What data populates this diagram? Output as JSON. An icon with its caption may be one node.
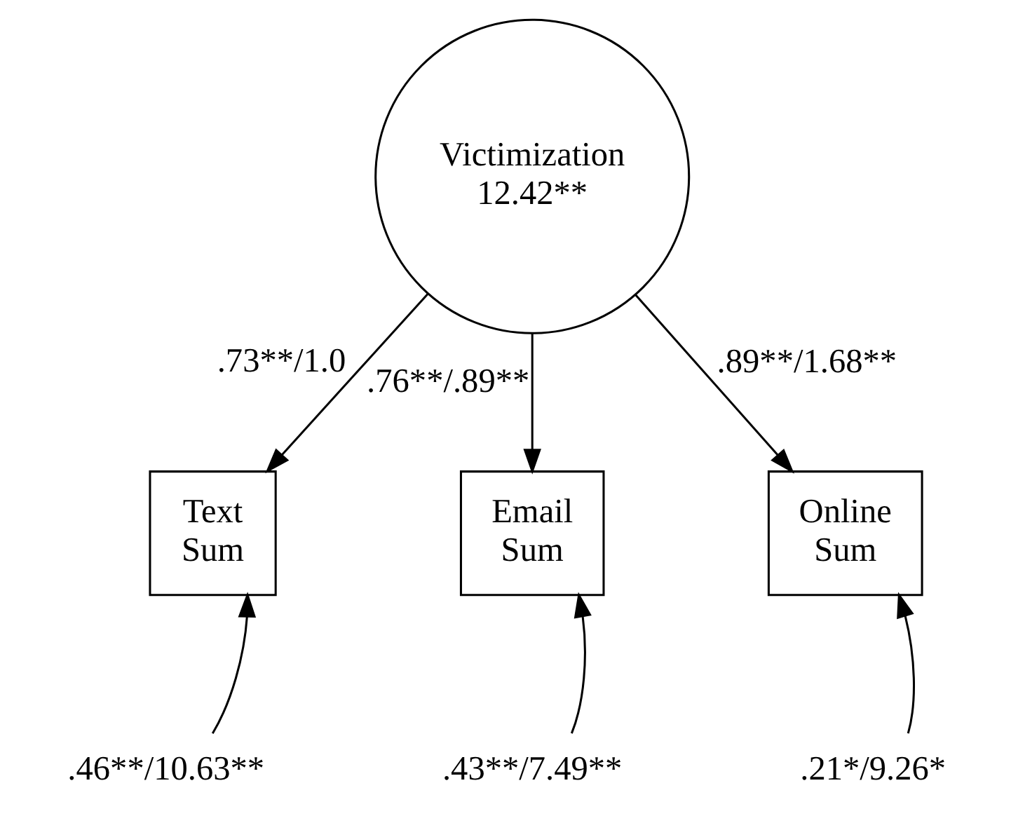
{
  "diagram": {
    "nodes": [
      {
        "text": [
          "Victimization",
          "12.42**"
        ]
      },
      {
        "text": [
          "Text Sum"
        ]
      },
      {
        "text": [
          "Email Sum"
        ]
      },
      {
        "text": [
          "Online Sum"
        ]
      },
      {
        "text": [
          ".46**/10.63**"
        ]
      },
      {
        "text": [
          ".43**/7.49**"
        ]
      },
      {
        "text": [
          ".21*/9.26*"
        ]
      }
    ],
    "edges": [
      {
        "from": 0,
        "to": 1,
        "arrow": "to",
        "label": ".73**/1.0"
      },
      {
        "from": 0,
        "to": 2,
        "arrow": "to",
        "label": ".76**/.89**"
      },
      {
        "from": 0,
        "to": 3,
        "arrow": "to",
        "label": ".89**/1.68**"
      },
      {
        "from": 4,
        "to": 1,
        "arrow": "to"
      },
      {
        "from": 5,
        "to": 2,
        "arrow": "to"
      },
      {
        "from": 6,
        "to": 3,
        "arrow": "to"
      }
    ]
  }
}
